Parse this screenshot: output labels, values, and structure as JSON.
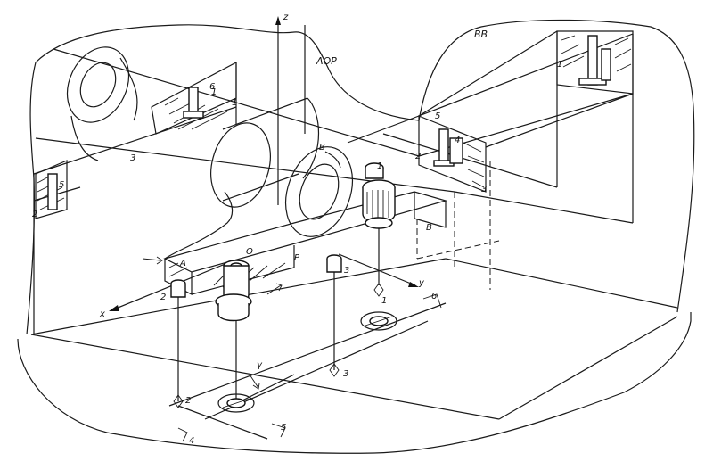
{
  "axes": {
    "z": "z",
    "x": "x",
    "y": "y"
  },
  "planes": {
    "left": "AOP",
    "right": "BB"
  },
  "labels": {
    "a": "A",
    "o": "O",
    "p": "P",
    "b1": "B",
    "b2": "B",
    "gamma": "γ",
    "n1": "1",
    "n1b": "1",
    "n1c": "1",
    "n1d": "1",
    "n1e": "1",
    "n2": "2",
    "n2b": "2",
    "n2c": "2",
    "n2d": "2",
    "n3": "3",
    "n3b": "3",
    "n3c": "3",
    "n3d": "3",
    "n4": "4",
    "n4b": "4",
    "n5": "5",
    "n5b": "5",
    "n5c": "5",
    "n6": "6",
    "n6b": "6"
  }
}
